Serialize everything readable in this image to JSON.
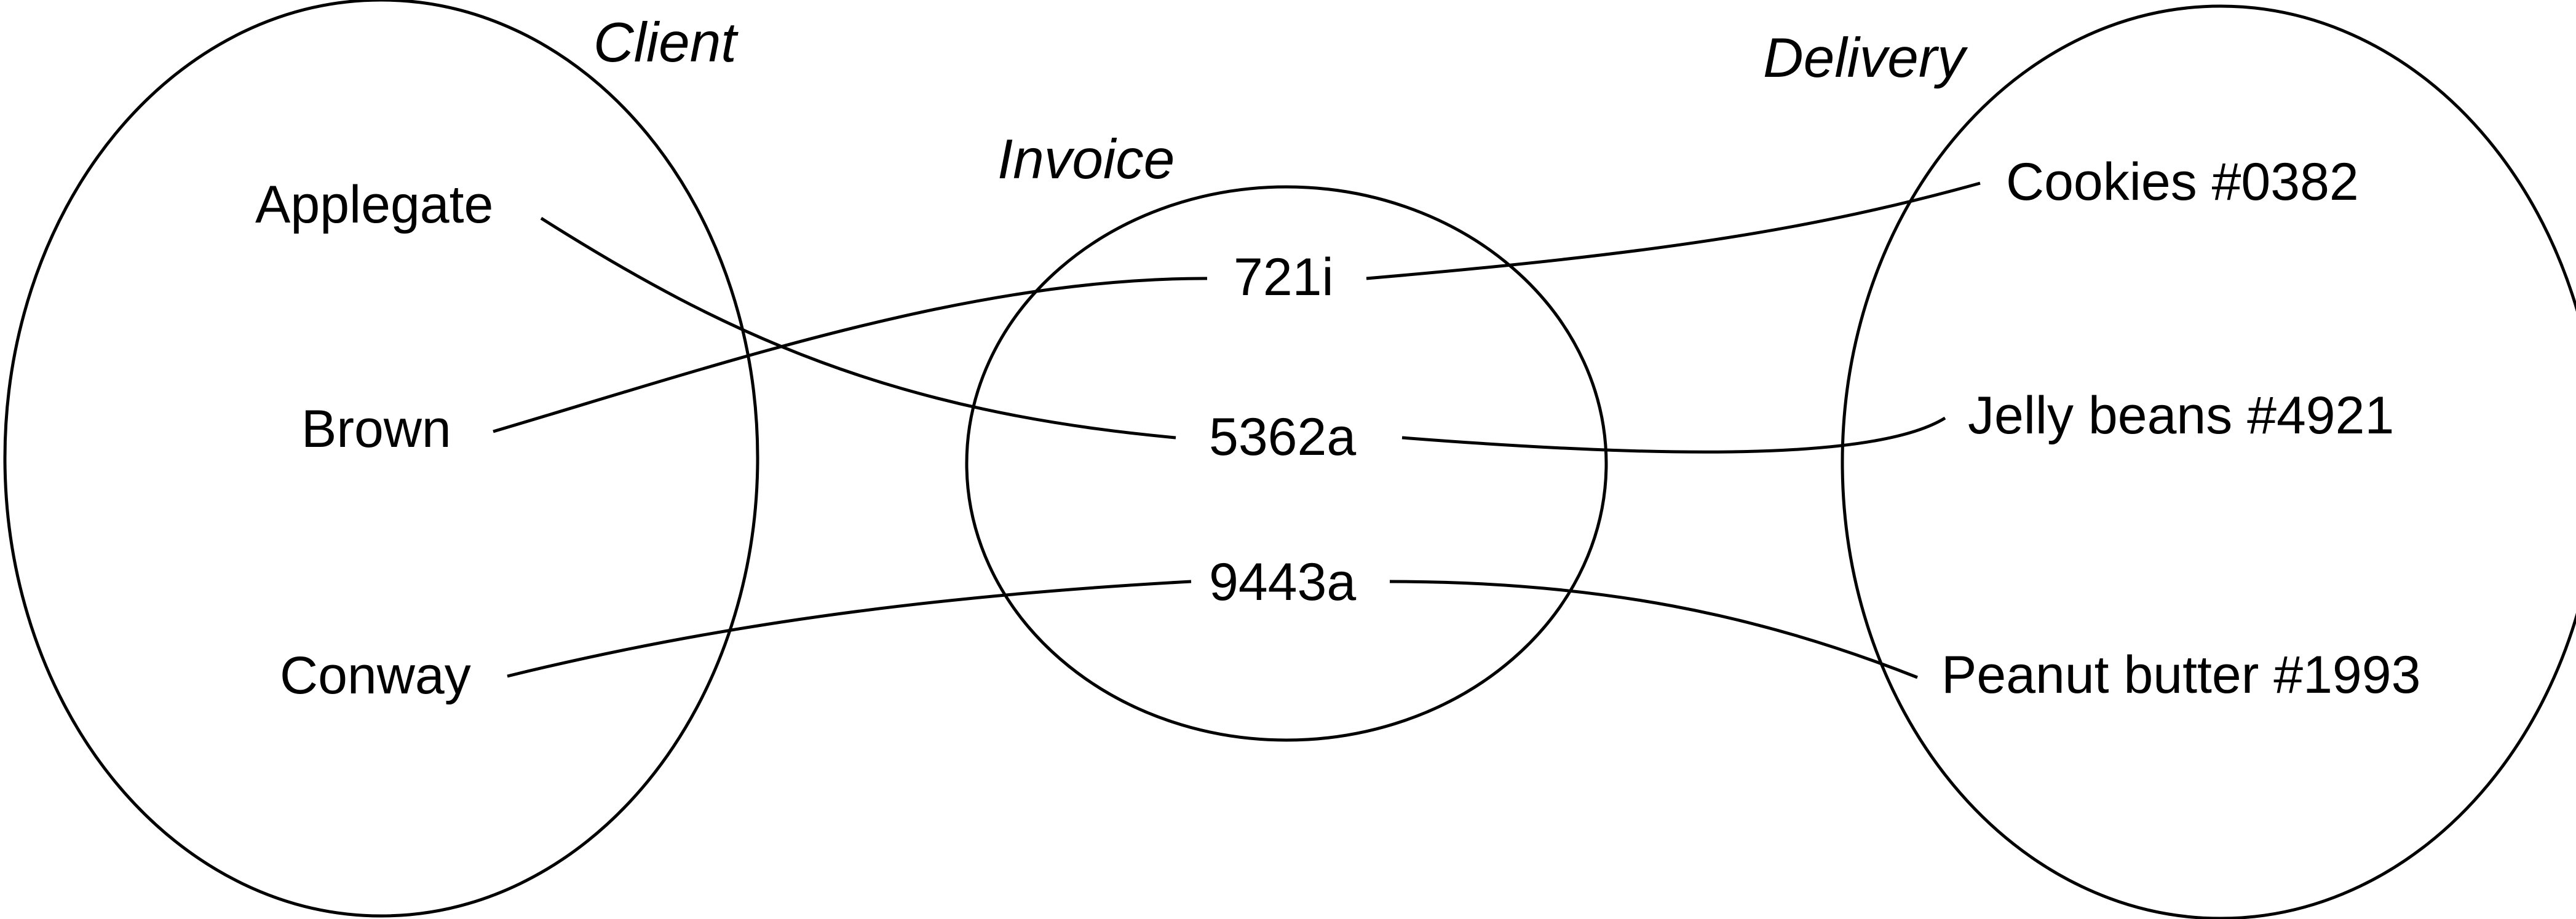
{
  "sets": {
    "client": {
      "title": "Client",
      "items": [
        "Applegate",
        "Brown",
        "Conway"
      ]
    },
    "invoice": {
      "title": "Invoice",
      "items": [
        "721i",
        "5362a",
        "9443a"
      ]
    },
    "delivery": {
      "title": "Delivery",
      "items": [
        "Cookies #0382",
        "Jelly beans #4921",
        "Peanut butter #1993"
      ]
    }
  },
  "links": [
    {
      "client": "Applegate",
      "invoice": "5362a",
      "delivery": "Jelly beans #4921"
    },
    {
      "client": "Brown",
      "invoice": "721i",
      "delivery": "Cookies #0382"
    },
    {
      "client": "Conway",
      "invoice": "9443a",
      "delivery": "Peanut butter #1993"
    }
  ]
}
